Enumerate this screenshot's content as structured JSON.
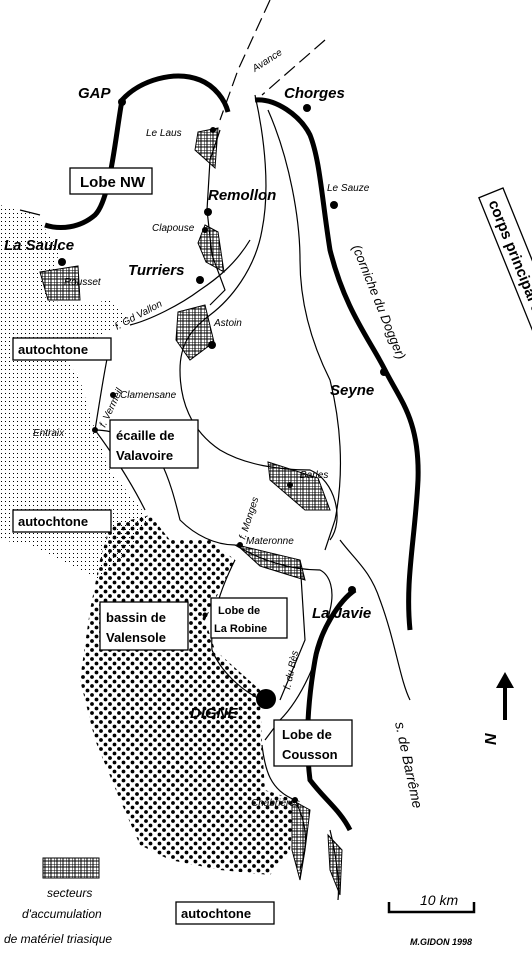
{
  "towns_major": {
    "gap": "GAP",
    "chorges": "Chorges",
    "remollon": "Remollon",
    "la_saulce": "La Saulce",
    "turriers": "Turriers",
    "seyne": "Seyne",
    "la_javie": "La Javie",
    "digne": "DIGNE"
  },
  "towns_minor": {
    "le_laus": "Le Laus",
    "le_sauze": "Le Sauze",
    "clapouse": "Clapouse",
    "rousset": "Rousset",
    "astoin": "Astoin",
    "clamensane": "Clamensane",
    "entraix": "Entraix",
    "barles": "Barles",
    "materonne": "Materonne",
    "chabrieres": "Chabrières"
  },
  "faults": {
    "avance": "Avance",
    "gd_vallon": "f. Gd Vallon",
    "vermeil": "f. Vermeil",
    "monges": "f. Monges",
    "bes": "f. du Bès",
    "corniche": "(corniche du Dogger)",
    "barreme": "s. de Barrême"
  },
  "boxes": {
    "lobe_nw": "Lobe NW",
    "autochtone_1": "autochtone",
    "ecaille_1": "écaille de",
    "ecaille_2": "Valavoire",
    "autochtone_2": "autochtone",
    "bassin_1": "bassin de",
    "bassin_2": "Valensole",
    "robine_1": "Lobe de",
    "robine_2": "La Robine",
    "cousson_1": "Lobe de",
    "cousson_2": "Cousson",
    "autochtone_3": "autochtone",
    "corps": "corps principal de la nappe"
  },
  "legend": {
    "line1": "secteurs",
    "line2": "d'accumulation",
    "line3": "de matériel triasique"
  },
  "scale_bar": "10 km",
  "north": "N",
  "credit": "M.GIDON 1998"
}
